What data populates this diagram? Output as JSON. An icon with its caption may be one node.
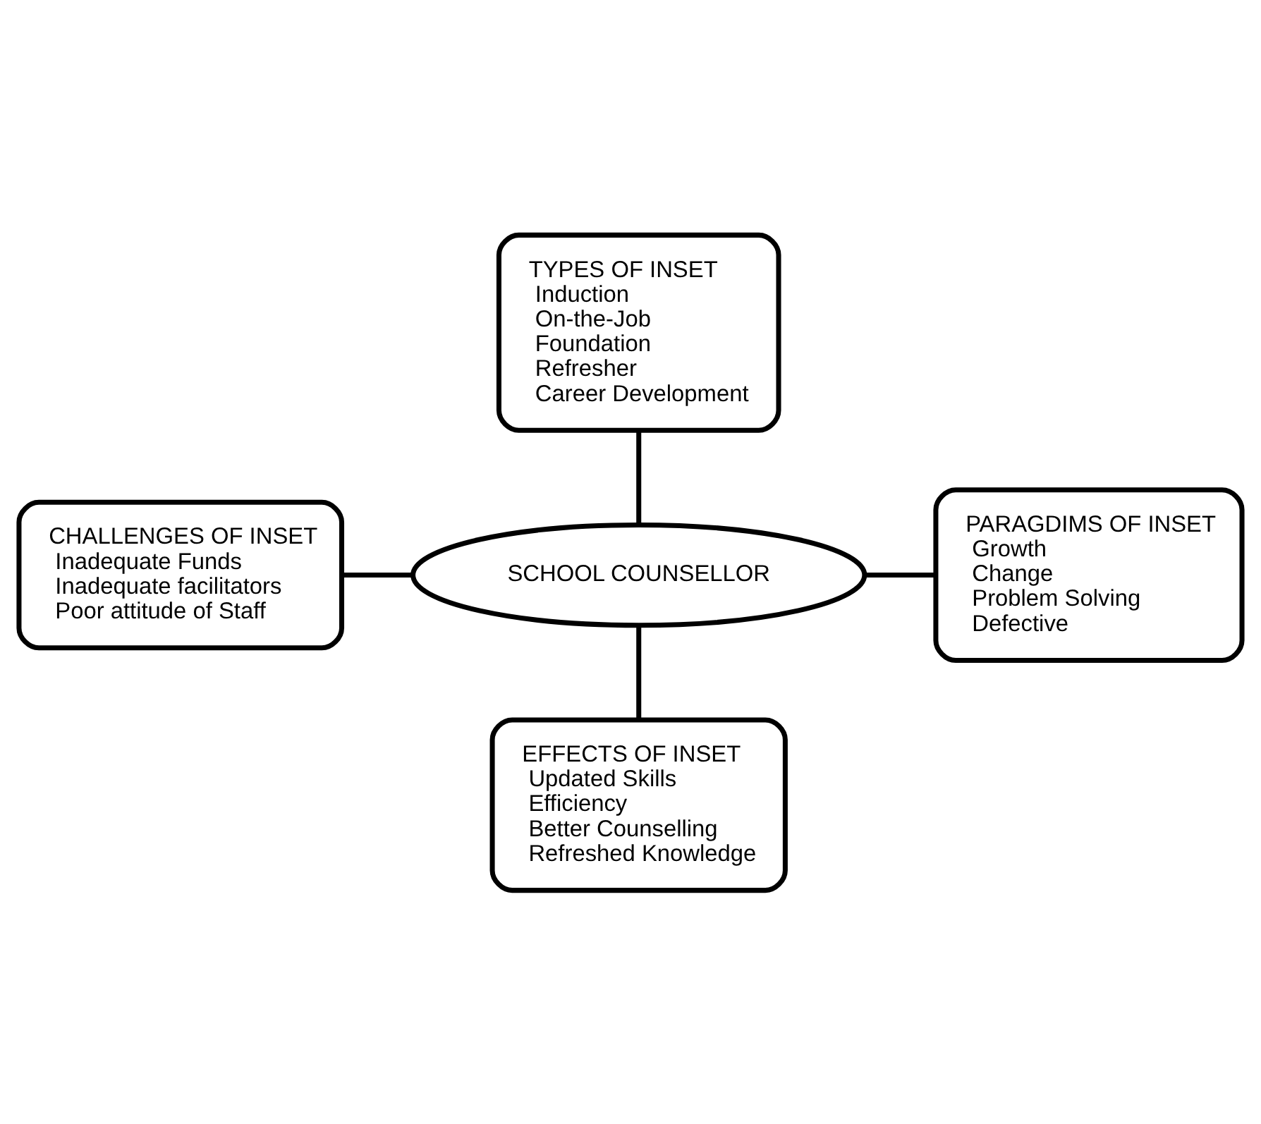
{
  "diagram": {
    "nodes": [
      {
        "text": [
          "TYPES OF INSET",
          "Induction",
          "On-the-Job",
          "Foundation",
          "Refresher",
          "Career Development"
        ]
      },
      {
        "text": [
          "PARAGDIMS OF INSET",
          "Growth",
          "Change",
          "Problem Solving",
          "Defective"
        ]
      },
      {
        "text": [
          "CHALLENGES OF INSET",
          "Inadequate Funds",
          "Inadequate facilitators",
          "Poor attitude of Staff"
        ]
      },
      {
        "text": [
          "SCHOOL COUNSELLOR"
        ]
      },
      {
        "text": [
          "EFFECTS OF INSET",
          "Updated Skills",
          "Efficiency",
          "Better Counselling",
          "Refreshed Knowledge"
        ]
      }
    ],
    "edges": [
      {
        "from": 0,
        "to": 3,
        "arrow": "none"
      },
      {
        "from": 2,
        "to": 3,
        "arrow": "none"
      },
      {
        "from": 3,
        "to": 1,
        "arrow": "none"
      },
      {
        "from": 3,
        "to": 4,
        "arrow": "none"
      }
    ]
  }
}
